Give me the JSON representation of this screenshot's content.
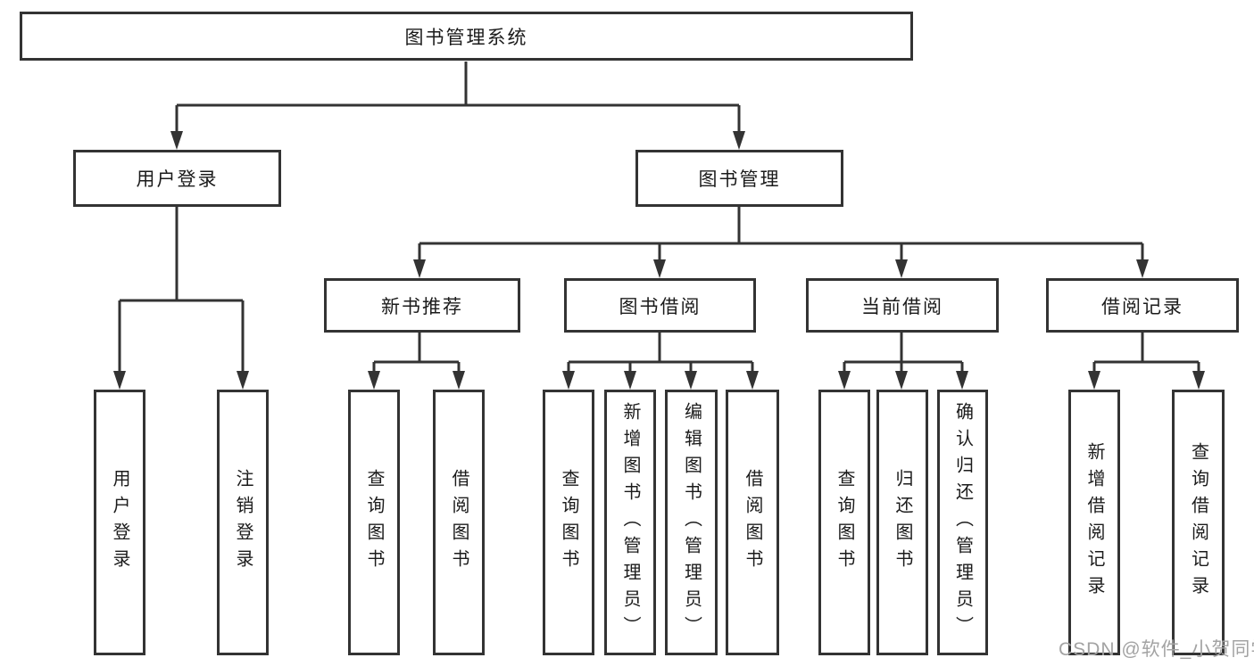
{
  "tree": {
    "root_label": "图书管理系统",
    "level2": [
      {
        "label": "用户登录",
        "leaves": [
          {
            "label": "用户登录"
          },
          {
            "label": "注销登录"
          }
        ]
      },
      {
        "label": "图书管理",
        "groups": [
          {
            "label": "新书推荐",
            "leaves": [
              {
                "label": "查询图书"
              },
              {
                "label": "借阅图书"
              }
            ]
          },
          {
            "label": "图书借阅",
            "leaves": [
              {
                "label": "查询图书"
              },
              {
                "label": "新增图书（管理员）"
              },
              {
                "label": "编辑图书（管理员）"
              },
              {
                "label": "借阅图书"
              }
            ]
          },
          {
            "label": "当前借阅",
            "leaves": [
              {
                "label": "查询图书"
              },
              {
                "label": "归还图书"
              },
              {
                "label": "确认归还（管理员）"
              }
            ]
          },
          {
            "label": "借阅记录",
            "leaves": [
              {
                "label": "新增借阅记录"
              },
              {
                "label": "查询借阅记录"
              }
            ]
          }
        ]
      }
    ]
  },
  "watermark": {
    "text": "CSDN @软件_小贺同学"
  },
  "colors": {
    "line": "#333333",
    "background": "#ffffff",
    "text": "#1b1b1b",
    "watermark": "#a3a3a3"
  }
}
